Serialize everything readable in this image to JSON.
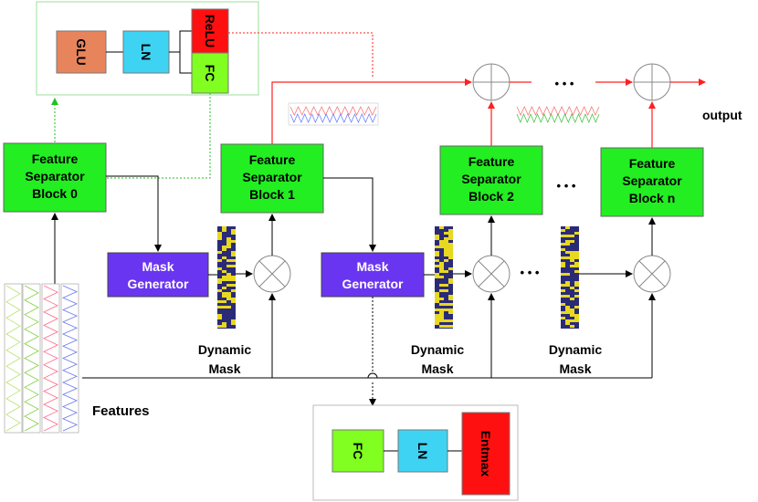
{
  "top_panel": {
    "glu": "GLU",
    "ln": "LN",
    "relu": "ReLU",
    "fc": "FC"
  },
  "fsb": [
    {
      "lines": [
        "Feature",
        "Separator",
        "Block 0"
      ]
    },
    {
      "lines": [
        "Feature",
        "Separator",
        "Block 1"
      ]
    },
    {
      "lines": [
        "Feature",
        "Separator",
        "Block 2"
      ]
    },
    {
      "lines": [
        "Feature",
        "Separator",
        "Block n"
      ]
    }
  ],
  "mask_generators": [
    {
      "lines": [
        "Mask",
        "Generator"
      ]
    },
    {
      "lines": [
        "Mask",
        "Generator"
      ]
    }
  ],
  "dynamic_masks": [
    {
      "lines": [
        "Dynamic",
        "Mask"
      ]
    },
    {
      "lines": [
        "Dynamic",
        "Mask"
      ]
    },
    {
      "lines": [
        "Dynamic",
        "Mask"
      ]
    }
  ],
  "bottom_panel": {
    "fc": "FC",
    "ln": "LN",
    "entmax": "Entmax"
  },
  "labels": {
    "output": "output",
    "features": "Features",
    "ellipsis": "• • •"
  },
  "colors": {
    "glu": "#e8845c",
    "ln": "#3fd3f3",
    "relu": "#ff1010",
    "fc": "#80ff20",
    "fsb": "#22ee22",
    "mask_gen": "#6a35f0",
    "entmax": "#ff1010",
    "mask_yellow": "#e8d820",
    "mask_dark": "#2a2a78"
  }
}
